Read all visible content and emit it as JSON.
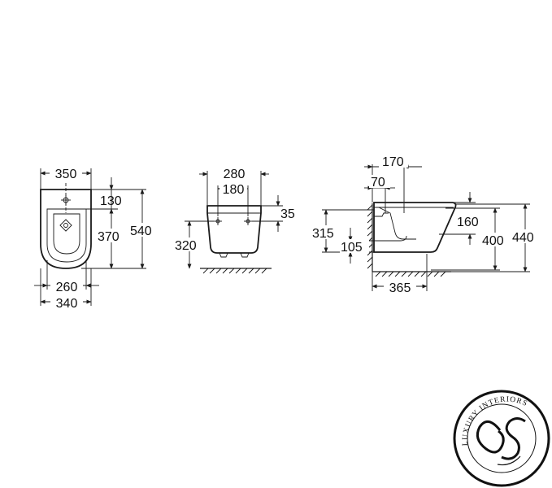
{
  "front_view": {
    "top_width": "350",
    "upper_height": "130",
    "bowl_height": "370",
    "total_height": "540",
    "inner_width": "260",
    "bottom_width": "340"
  },
  "rear_view": {
    "outer_width": "280",
    "fixing_distance": "180",
    "fixing_height": "35",
    "floor_height": "320"
  },
  "side_view": {
    "top_depth": "170",
    "tap_offset": "70",
    "waste_height": "315",
    "waste_low": "105",
    "top_drop": "160",
    "front_height": "400",
    "overall_height": "440",
    "projection": "365"
  },
  "logo": {
    "text": "LUXURY INTERIORS",
    "icon": "luxury-interiors-monogram-icon"
  }
}
